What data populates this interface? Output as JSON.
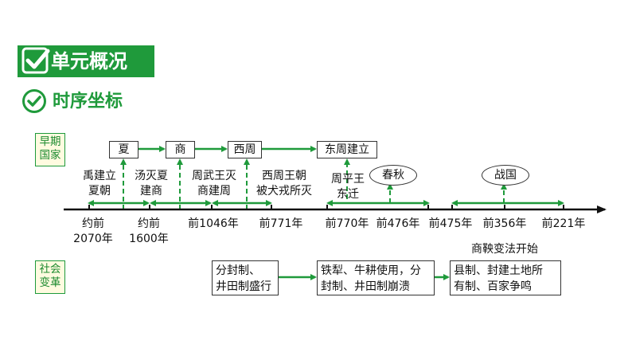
{
  "header": {
    "title": "单元概况",
    "subtitle": "时序坐标"
  },
  "sections": {
    "early_states": "早期国家",
    "social_change": "社会变革"
  },
  "dynasty_boxes": [
    "夏",
    "商",
    "西周",
    "东周建立"
  ],
  "event_notes": {
    "xia_founding": [
      "禹建立",
      "夏朝"
    ],
    "shang_founding": [
      "汤灭夏",
      "建商"
    ],
    "zhou_founding": [
      "周武王灭",
      "商建周"
    ],
    "west_zhou_end": [
      "西周王朝",
      "被犬戎所灭"
    ],
    "east_move": [
      "周平王",
      "东迁"
    ]
  },
  "period_ovals": {
    "spring_autumn": "春秋",
    "warring_states": "战国"
  },
  "timeline_labels": [
    {
      "line1": "约前",
      "line2": "2070年"
    },
    {
      "line1": "约前",
      "line2": "1600年"
    },
    {
      "line1": "前1046年",
      "line2": ""
    },
    {
      "line1": "前771年",
      "line2": ""
    },
    {
      "line1": "前770年",
      "line2": ""
    },
    {
      "line1": "前476年",
      "line2": ""
    },
    {
      "line1": "前475年",
      "line2": ""
    },
    {
      "line1": "前356年",
      "line2": ""
    },
    {
      "line1": "前221年",
      "line2": ""
    }
  ],
  "reform_note": "商鞅变法开始",
  "change_boxes": [
    [
      "分封制、",
      "井田制盛行"
    ],
    [
      "铁犁、牛耕使用，分",
      "封制、井田制崩溃"
    ],
    [
      "县制、封建土地所",
      "有制、百家争鸣"
    ]
  ],
  "colors": {
    "accent": "#1f9a3b",
    "label_bg": "#fffbe0",
    "arrow": "#1f9a3b"
  }
}
